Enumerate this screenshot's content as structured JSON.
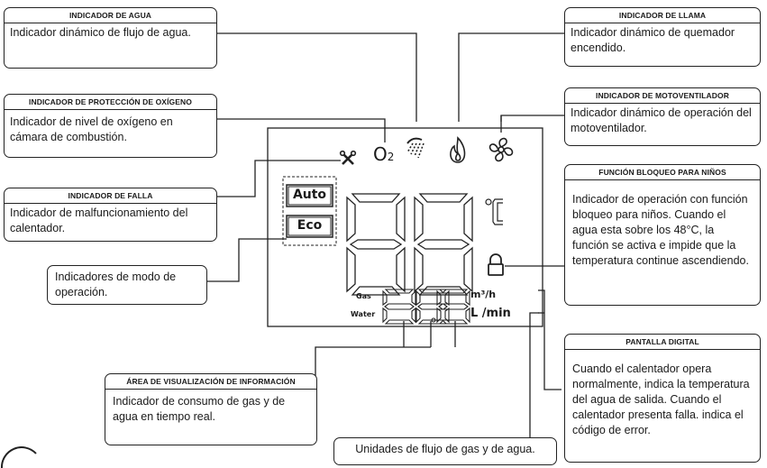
{
  "callouts": {
    "agua": {
      "title": "INDICADOR DE AGUA",
      "text": "Indicador dinámico de flujo de agua."
    },
    "oxigeno": {
      "title": "INDICADOR DE PROTECCIÓN DE OXÍGENO",
      "text": "Indicador de nivel de oxígeno en cámara de combustión."
    },
    "falla": {
      "title": "INDICADOR DE FALLA",
      "text": "Indicador de malfuncionamiento del calentador."
    },
    "modo": {
      "text": "Indicadores de modo de operación."
    },
    "area": {
      "title": "ÁREA DE VISUALIZACIÓN DE INFORMACIÓN",
      "text": "Indicador de consumo de gas y de agua en tiempo real."
    },
    "unidades": {
      "text": "Unidades de flujo de gas y de agua."
    },
    "llama": {
      "title": "INDICADOR DE LLAMA",
      "text": "Indicador dinámico de quemador encendido."
    },
    "motoventilador": {
      "title": "INDICADOR DE MOTOVENTILADOR",
      "text": "Indicador dinámico de operación del motoventilador."
    },
    "bloqueo": {
      "title": "FUNCIÓN BLOQUEO PARA NIÑOS",
      "text": "Indicador de operación con función bloqueo para niños. Cuando el agua esta sobre los 48°C, la función se activa e impide que la temperatura continue ascendiendo."
    },
    "pantalla": {
      "title": "PANTALLA DIGITAL",
      "text": "Cuando el calentador opera normalmente, indica la temperatura del agua de salida. Cuando el calentador presenta falla. indica el código de error."
    }
  },
  "display": {
    "mode_auto": "Auto",
    "mode_eco": "Eco",
    "o2_label": "O",
    "o2_sub": "2",
    "gas_label": "Gas",
    "water_label": "Water",
    "unit_gas": "m³/h",
    "unit_water": "L /min",
    "temp_unit": "°C",
    "icons": [
      "fault-wrench-icon",
      "oxygen-icon",
      "water-shower-icon",
      "flame-icon",
      "fan-icon",
      "lock-icon"
    ]
  }
}
